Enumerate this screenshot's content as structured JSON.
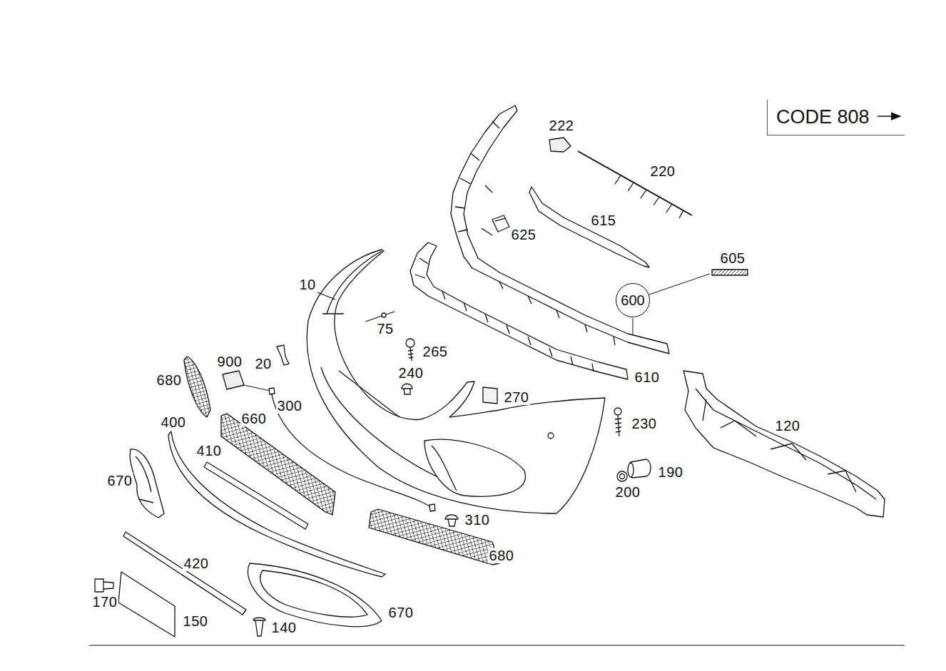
{
  "diagram": {
    "nodes": [
      {
        "text": [
          "CODE 808"
        ]
      },
      {
        "text": [
          "600"
        ]
      }
    ],
    "labels": [
      "222",
      "220",
      "615",
      "625",
      "605",
      "10",
      "75",
      "265",
      "240",
      "270",
      "610",
      "900",
      "20",
      "300",
      "680",
      "400",
      "660",
      "410",
      "670",
      "230",
      "120",
      "190",
      "200",
      "310",
      "680",
      "420",
      "170",
      "150",
      "140",
      "670"
    ]
  }
}
